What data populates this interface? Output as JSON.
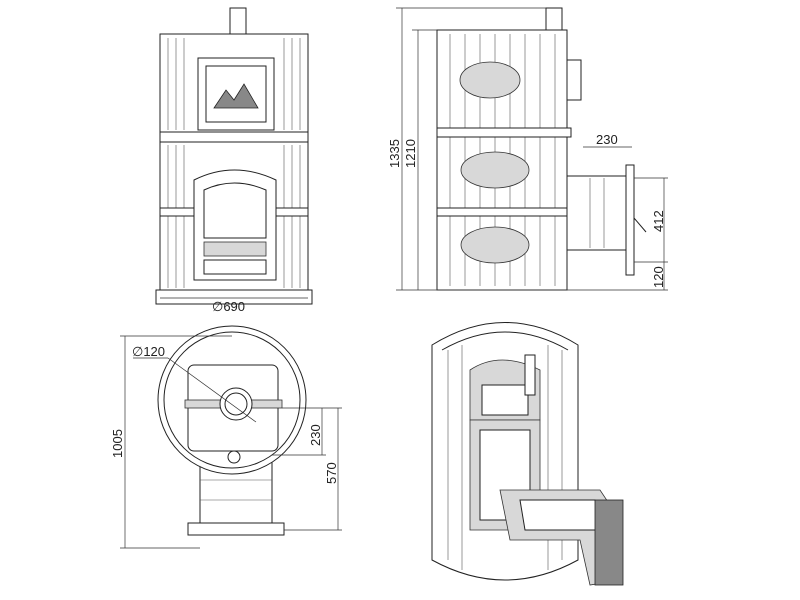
{
  "dimensions": {
    "front_diameter": "∅690",
    "side_total_height": "1335",
    "side_body_height": "1210",
    "side_extension_depth": "230",
    "side_door_height": "412",
    "side_door_offset": "120",
    "top_flue_diameter": "∅120",
    "top_total_depth": "1005",
    "top_flue_offset": "230",
    "top_firebox_length": "570"
  },
  "colors": {
    "line": "#222222",
    "background": "#ffffff",
    "shade": "#d8d8d8"
  }
}
